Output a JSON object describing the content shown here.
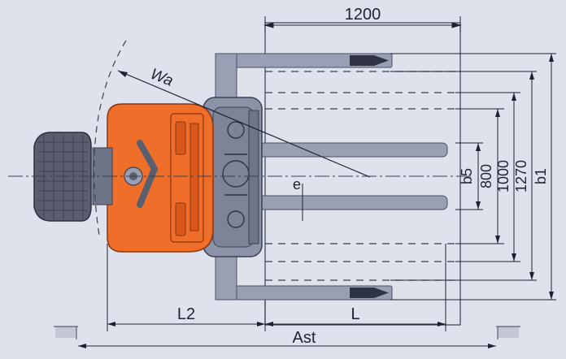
{
  "colors": {
    "background": "#dfe2ec",
    "body_orange": "#ef6e2a",
    "body_dark": "#c24f1a",
    "fork_gray": "#9aa0b4",
    "mast_gray": "#8c92a8",
    "line": "#2a2f3d"
  },
  "labels": {
    "width_1200": "1200",
    "wa": "Wa",
    "e": "e",
    "b5": "b5",
    "w800": "800",
    "w1000": "1000",
    "w1270": "1270",
    "b1": "b1",
    "l2": "L2",
    "l": "L",
    "ast": "Ast"
  }
}
